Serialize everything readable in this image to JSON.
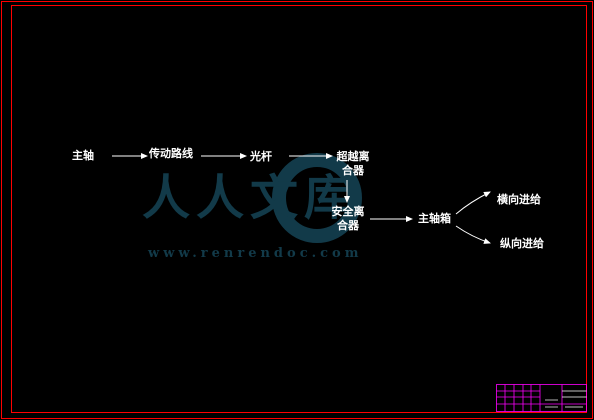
{
  "diagram": {
    "nodes": {
      "spindle": "主轴",
      "transmission_route": "传动路线",
      "feed_rod": "光杆",
      "overrunning_clutch": [
        "超越离",
        "合器"
      ],
      "safety_clutch": [
        "安全离",
        "合器"
      ],
      "spindle_box": "主轴箱",
      "cross_feed": "横向进给",
      "longitudinal_feed": "纵向进给"
    }
  },
  "watermark": {
    "main": "人人文库",
    "url": "www.renrendoc.com"
  },
  "colors": {
    "background": "#000000",
    "frame": "#ff0000",
    "text": "#ffffff",
    "watermark": "#123a49",
    "title_block": "#ff00ff"
  }
}
